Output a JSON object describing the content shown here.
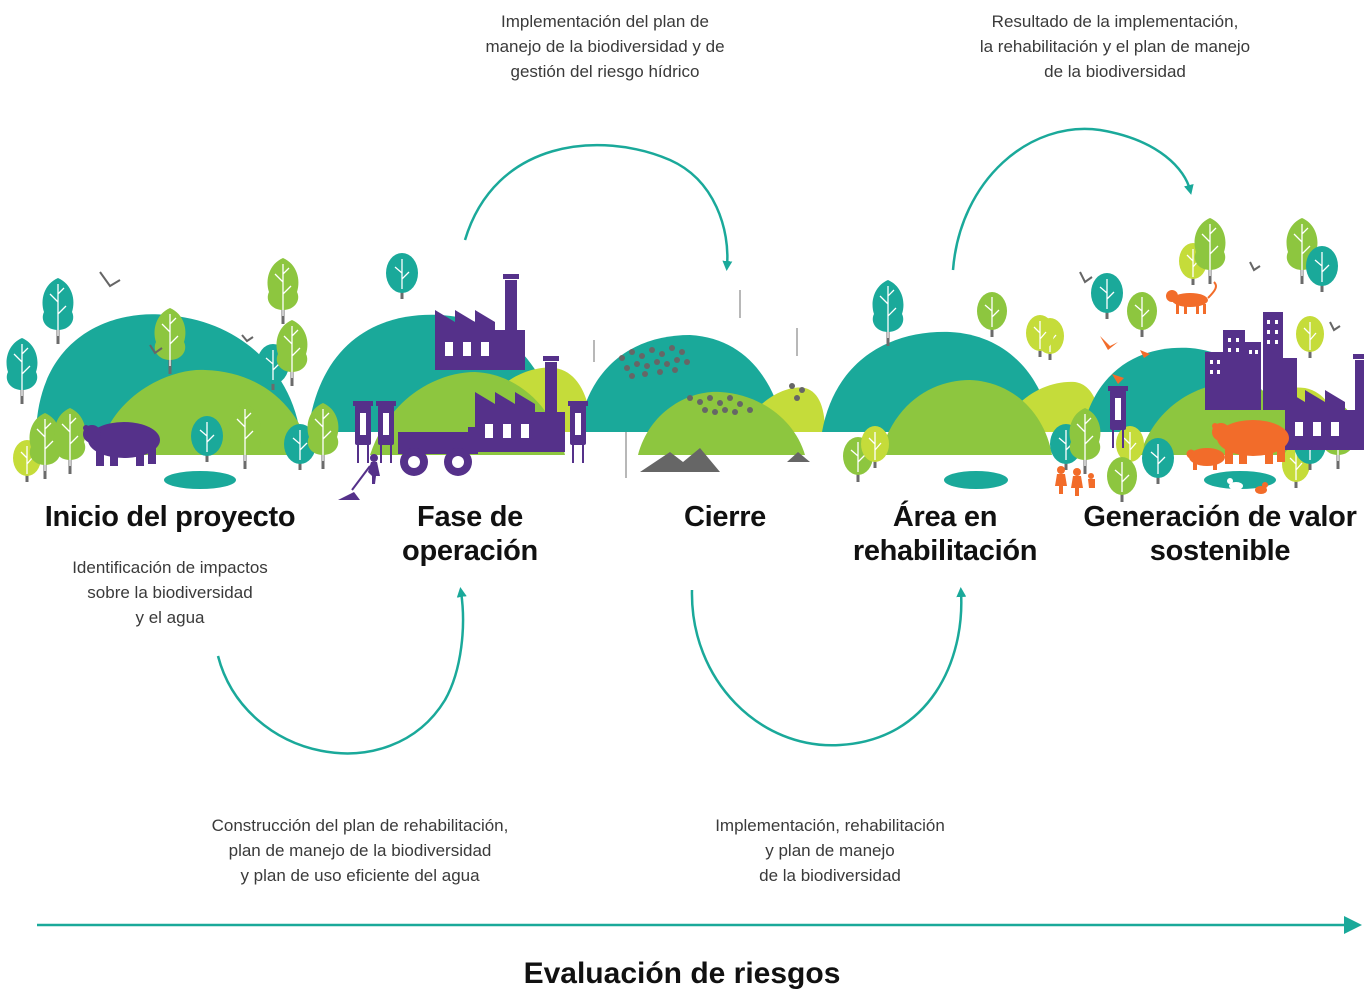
{
  "colors": {
    "teal": "#1aa99a",
    "green": "#8dc63f",
    "lime": "#c5dc3a",
    "purple": "#55318a",
    "orange": "#f26c2a",
    "gray": "#666666",
    "arrow": "#1aa99a"
  },
  "stages": [
    {
      "line1": "Inicio del proyecto",
      "line2": ""
    },
    {
      "line1": "Fase de",
      "line2": "operación"
    },
    {
      "line1": "Cierre",
      "line2": ""
    },
    {
      "line1": "Área en",
      "line2": "rehabilitación"
    },
    {
      "line1": "Generación de valor",
      "line2": "sostenible"
    }
  ],
  "notes": {
    "identificacion": [
      "Identificación de impactos",
      "sobre la biodiversidad",
      "y el agua"
    ],
    "implementacion_top": [
      "Implementación del plan de",
      "manejo de la biodiversidad y de",
      "gestión del riesgo hídrico"
    ],
    "resultado": [
      "Resultado de la implementación,",
      "la rehabilitación y el plan de manejo",
      "de la biodiversidad"
    ],
    "construccion": [
      "Construcción del plan de rehabilitación,",
      "plan de manejo de la biodiversidad",
      "y plan de uso eficiente del agua"
    ],
    "implementacion_bottom": [
      "Implementación, rehabilitación",
      "y plan de manejo",
      "de la biodiversidad"
    ]
  },
  "axis": {
    "label": "Evaluación de riesgos"
  },
  "icons": [
    "bear-icon",
    "factory-icon",
    "silo-icon",
    "mining-truck-icon",
    "worker-icon",
    "rock-pile-icon",
    "city-icon",
    "tiger-icon",
    "bird-icon",
    "duck-icon",
    "children-icon",
    "tree-icon"
  ]
}
